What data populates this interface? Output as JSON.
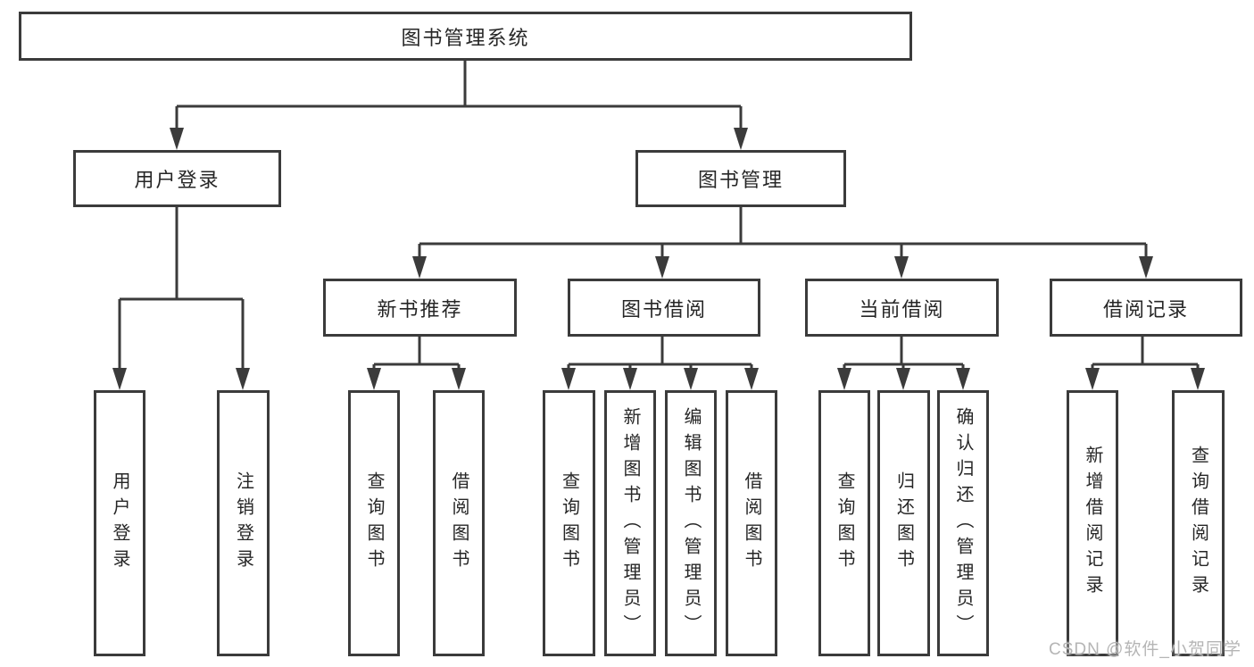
{
  "diagram": {
    "root": {
      "label": "图书管理系统"
    },
    "branches": [
      {
        "label": "用户登录",
        "children": [
          {
            "label": "用户登录"
          },
          {
            "label": "注销登录"
          }
        ]
      },
      {
        "label": "图书管理",
        "children": [
          {
            "label": "新书推荐",
            "children": [
              {
                "label": "查询图书"
              },
              {
                "label": "借阅图书"
              }
            ]
          },
          {
            "label": "图书借阅",
            "children": [
              {
                "label": "查询图书"
              },
              {
                "label": "新增图书（管理员）"
              },
              {
                "label": "编辑图书（管理员）"
              },
              {
                "label": "借阅图书"
              }
            ]
          },
          {
            "label": "当前借阅",
            "children": [
              {
                "label": "查询图书"
              },
              {
                "label": "归还图书"
              },
              {
                "label": "确认归还（管理员）"
              }
            ]
          },
          {
            "label": "借阅记录",
            "children": [
              {
                "label": "新增借阅记录"
              },
              {
                "label": "查询借阅记录"
              }
            ]
          }
        ]
      }
    ],
    "watermark": {
      "text": "CSDN @软件_小贺同学"
    },
    "colors": {
      "line": "#3b3b3b",
      "text": "#262626",
      "background": "#ffffff",
      "watermark": "#b5b5b5"
    }
  }
}
